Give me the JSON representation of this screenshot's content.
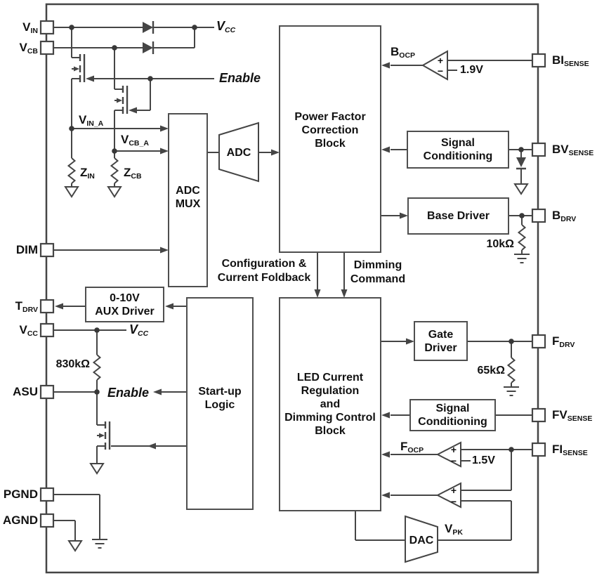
{
  "pins_left": [
    {
      "label": "V",
      "sub": "IN"
    },
    {
      "label": "V",
      "sub": "CB"
    },
    {
      "label": "DIM",
      "sub": ""
    },
    {
      "label": "T",
      "sub": "DRV"
    },
    {
      "label": "V",
      "sub": "CC"
    },
    {
      "label": "ASU",
      "sub": ""
    },
    {
      "label": "PGND",
      "sub": ""
    },
    {
      "label": "AGND",
      "sub": ""
    }
  ],
  "pins_right": [
    {
      "label": "BI",
      "sub": "SENSE"
    },
    {
      "label": "BV",
      "sub": "SENSE"
    },
    {
      "label": "B",
      "sub": "DRV"
    },
    {
      "label": "F",
      "sub": "DRV"
    },
    {
      "label": "FV",
      "sub": "SENSE"
    },
    {
      "label": "FI",
      "sub": "SENSE"
    }
  ],
  "blocks": {
    "adc_mux": {
      "l1": "ADC",
      "l2": "MUX"
    },
    "adc": "ADC",
    "pfc": {
      "l1": "Power Factor",
      "l2": "Correction",
      "l3": "Block"
    },
    "led": {
      "l1": "LED Current",
      "l2": "Regulation",
      "l3": "and",
      "l4": "Dimming Control",
      "l5": "Block"
    },
    "startup": {
      "l1": "Start-up",
      "l2": "Logic"
    },
    "aux": {
      "l1": "0-10V",
      "l2": "AUX Driver"
    },
    "base_driver": "Base Driver",
    "gate_driver": {
      "l1": "Gate",
      "l2": "Driver"
    },
    "sc_top": {
      "l1": "Signal",
      "l2": "Conditioning"
    },
    "sc_bot": {
      "l1": "Signal",
      "l2": "Conditioning"
    },
    "dac": "DAC"
  },
  "labels": {
    "vcc_top": {
      "main": "V",
      "sub": "CC"
    },
    "enable_top": "Enable",
    "vin_a": {
      "main": "V",
      "sub": "IN_A"
    },
    "vcb_a": {
      "main": "V",
      "sub": "CB_A"
    },
    "zin": {
      "main": "Z",
      "sub": "IN"
    },
    "zcb": {
      "main": "Z",
      "sub": "CB"
    },
    "bocp": {
      "main": "B",
      "sub": "OCP"
    },
    "ref_1v9": "1.9V",
    "r10k": "10kΩ",
    "config_l1": "Configuration &",
    "config_l2": "Current Foldback",
    "dimcmd_l1": "Dimming",
    "dimcmd_l2": "Command",
    "vcc_mid": {
      "main": "V",
      "sub": "CC"
    },
    "enable_mid": "Enable",
    "r830k": "830kΩ",
    "r65k": "65kΩ",
    "focp": {
      "main": "F",
      "sub": "OCP"
    },
    "ref_1v5": "1.5V",
    "vpk": {
      "main": "V",
      "sub": "PK"
    }
  },
  "comparator": {
    "plus": "+",
    "minus": "−"
  },
  "colors": {
    "wire": "#454545",
    "text": "#111111",
    "background": "#ffffff"
  }
}
